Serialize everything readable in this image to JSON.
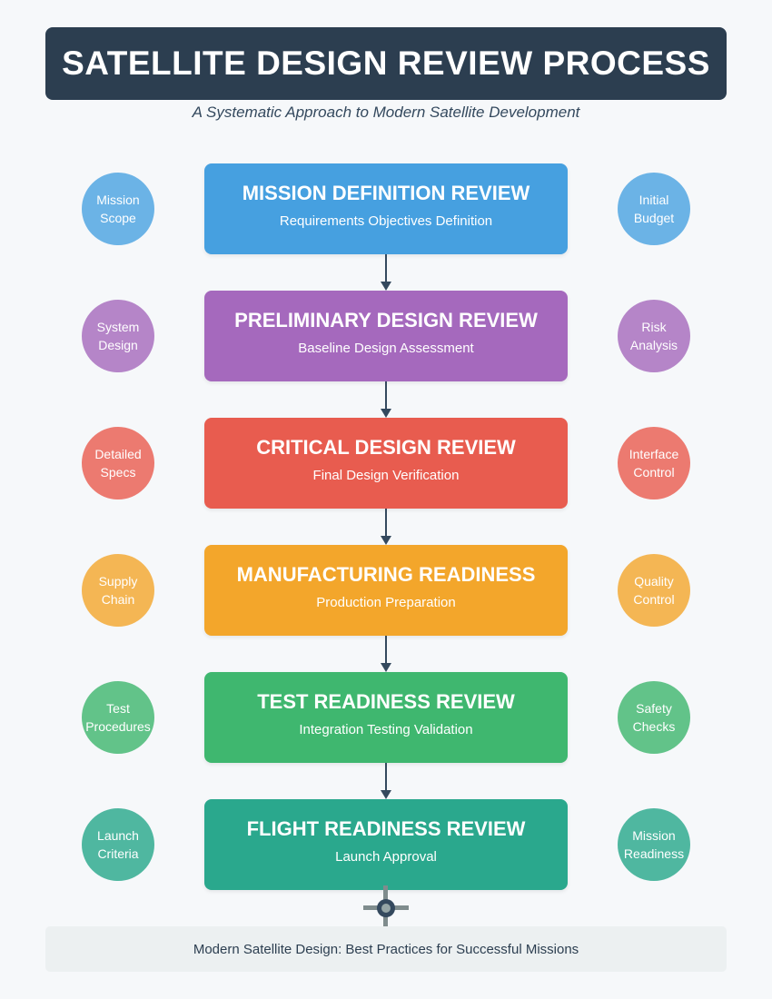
{
  "header": {
    "title": "SATELLITE DESIGN REVIEW PROCESS"
  },
  "subtitle": "A Systematic Approach to Modern Satellite Development",
  "stages": [
    {
      "title": "MISSION DEFINITION REVIEW",
      "desc": "Requirements Objectives Definition",
      "color": "#46a0e0",
      "left": "Mission\nScope",
      "right": "Initial\nBudget",
      "bubble_color": "#6bb3e6"
    },
    {
      "title": "PRELIMINARY DESIGN REVIEW",
      "desc": "Baseline Design Assessment",
      "color": "#a569bd",
      "left": "System\nDesign",
      "right": "Risk\nAnalysis",
      "bubble_color": "#b585c8"
    },
    {
      "title": "CRITICAL DESIGN REVIEW",
      "desc": "Final Design Verification",
      "color": "#e85c4f",
      "left": "Detailed\nSpecs",
      "right": "Interface\nControl",
      "bubble_color": "#ec7a70"
    },
    {
      "title": "MANUFACTURING READINESS",
      "desc": "Production Preparation",
      "color": "#f3a62b",
      "left": "Supply\nChain",
      "right": "Quality\nControl",
      "bubble_color": "#f4b654"
    },
    {
      "title": "TEST READINESS REVIEW",
      "desc": "Integration Testing Validation",
      "color": "#3fb76f",
      "left": "Test\nProcedures",
      "right": "Safety\nChecks",
      "bubble_color": "#62c389"
    },
    {
      "title": "FLIGHT READINESS REVIEW",
      "desc": "Launch Approval",
      "color": "#2aa88d",
      "left": "Launch\nCriteria",
      "right": "Mission\nReadiness",
      "bubble_color": "#4fb7a0"
    }
  ],
  "footer": {
    "text": "Modern Satellite Design: Best Practices for Successful Missions"
  },
  "icons": {
    "bottom": "satellite-icon"
  }
}
